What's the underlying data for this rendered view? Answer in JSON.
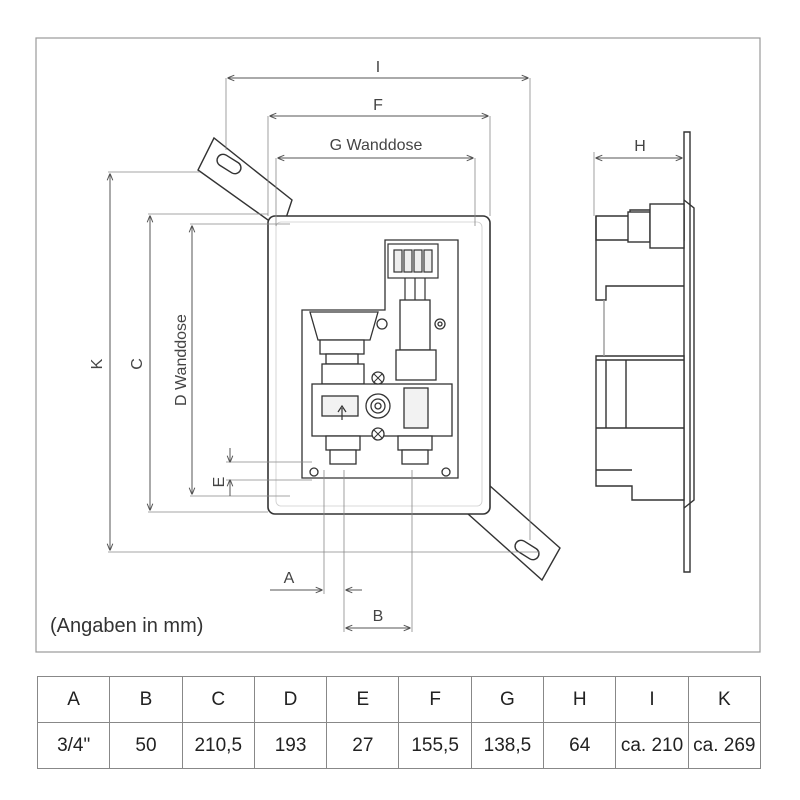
{
  "drawing": {
    "dimension_labels": {
      "I": "I",
      "F": "F",
      "G": "G Wanddose",
      "H": "H",
      "K": "K",
      "C": "C",
      "D": "D Wanddose",
      "E": "E",
      "A": "A",
      "B": "B"
    },
    "unit_note": "(Angaben in mm)"
  },
  "table": {
    "headers": [
      "A",
      "B",
      "C",
      "D",
      "E",
      "F",
      "G",
      "H",
      "I",
      "K"
    ],
    "values": [
      "3/4\"",
      "50",
      "210,5",
      "193",
      "27",
      "155,5",
      "138,5",
      "64",
      "ca. 210",
      "ca. 269"
    ]
  }
}
